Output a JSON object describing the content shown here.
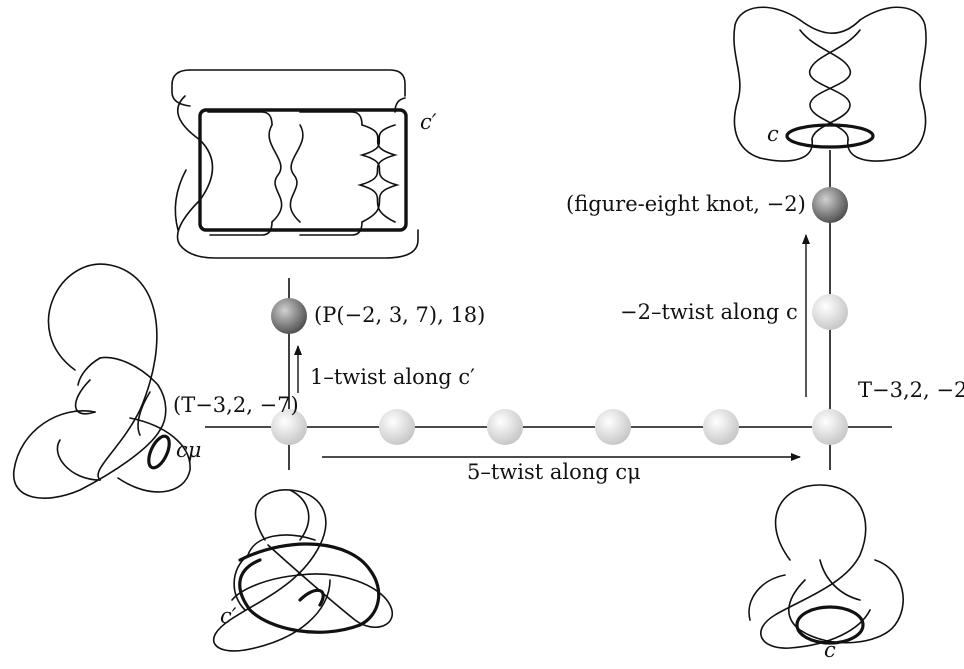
{
  "labels": {
    "trefoil_node": "(T−3,2, −7)",
    "pretzel_node": "(P(−2, 3, 7), 18)",
    "right_node": "T−3,2, −2",
    "figure_eight_node": "(figure-eight knot, −2)",
    "twist_c_prime": "1–twist along c′",
    "twist_c_mu": "5–twist along cμ",
    "twist_c": "−2–twist along c",
    "curve_c_mu": "cμ",
    "curve_c_prime_top": "c′",
    "curve_c_prime_bottom": "c′",
    "curve_c_top": "c",
    "curve_c_bottom": "c"
  },
  "colors": {
    "line": "#111111",
    "node_dark": "#6a6a6a",
    "node_light": "#d6d6d6"
  }
}
